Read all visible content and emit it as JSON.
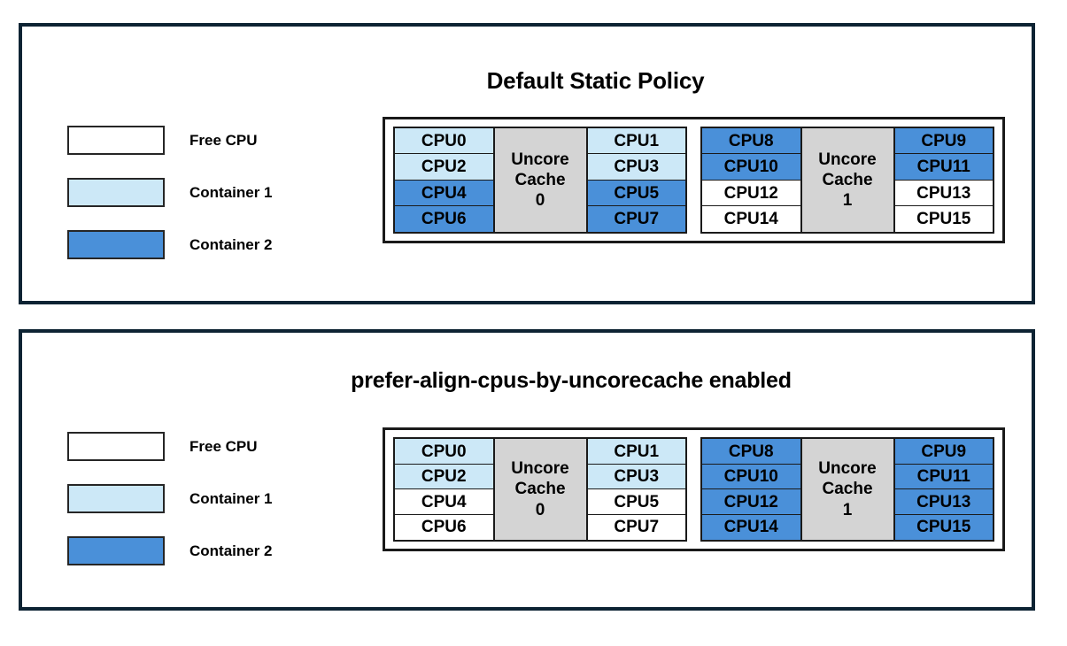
{
  "legend": {
    "items": [
      {
        "label": "Free CPU",
        "swatch": "free",
        "color": "#ffffff"
      },
      {
        "label": "Container 1",
        "swatch": "container1",
        "color": "#cce8f7"
      },
      {
        "label": "Container 2",
        "swatch": "container2",
        "color": "#4a90d9"
      }
    ]
  },
  "panels": [
    {
      "title": "Default Static Policy",
      "cache_groups": [
        {
          "cache_label_line1": "Uncore",
          "cache_label_line2": "Cache",
          "cache_index": "0",
          "left_column": [
            {
              "label": "CPU0",
              "state": "container1"
            },
            {
              "label": "CPU2",
              "state": "container1"
            },
            {
              "label": "CPU4",
              "state": "container2"
            },
            {
              "label": "CPU6",
              "state": "container2"
            }
          ],
          "right_column": [
            {
              "label": "CPU1",
              "state": "container1"
            },
            {
              "label": "CPU3",
              "state": "container1"
            },
            {
              "label": "CPU5",
              "state": "container2"
            },
            {
              "label": "CPU7",
              "state": "container2"
            }
          ]
        },
        {
          "cache_label_line1": "Uncore",
          "cache_label_line2": "Cache",
          "cache_index": "1",
          "left_column": [
            {
              "label": "CPU8",
              "state": "container2"
            },
            {
              "label": "CPU10",
              "state": "container2"
            },
            {
              "label": "CPU12",
              "state": "free"
            },
            {
              "label": "CPU14",
              "state": "free"
            }
          ],
          "right_column": [
            {
              "label": "CPU9",
              "state": "container2"
            },
            {
              "label": "CPU11",
              "state": "container2"
            },
            {
              "label": "CPU13",
              "state": "free"
            },
            {
              "label": "CPU15",
              "state": "free"
            }
          ]
        }
      ]
    },
    {
      "title": "prefer-align-cpus-by-uncorecache enabled",
      "cache_groups": [
        {
          "cache_label_line1": "Uncore",
          "cache_label_line2": "Cache",
          "cache_index": "0",
          "left_column": [
            {
              "label": "CPU0",
              "state": "container1"
            },
            {
              "label": "CPU2",
              "state": "container1"
            },
            {
              "label": "CPU4",
              "state": "free"
            },
            {
              "label": "CPU6",
              "state": "free"
            }
          ],
          "right_column": [
            {
              "label": "CPU1",
              "state": "container1"
            },
            {
              "label": "CPU3",
              "state": "container1"
            },
            {
              "label": "CPU5",
              "state": "free"
            },
            {
              "label": "CPU7",
              "state": "free"
            }
          ]
        },
        {
          "cache_label_line1": "Uncore",
          "cache_label_line2": "Cache",
          "cache_index": "1",
          "left_column": [
            {
              "label": "CPU8",
              "state": "container2"
            },
            {
              "label": "CPU10",
              "state": "container2"
            },
            {
              "label": "CPU12",
              "state": "container2"
            },
            {
              "label": "CPU14",
              "state": "container2"
            }
          ],
          "right_column": [
            {
              "label": "CPU9",
              "state": "container2"
            },
            {
              "label": "CPU11",
              "state": "container2"
            },
            {
              "label": "CPU13",
              "state": "container2"
            },
            {
              "label": "CPU15",
              "state": "container2"
            }
          ]
        }
      ]
    }
  ]
}
